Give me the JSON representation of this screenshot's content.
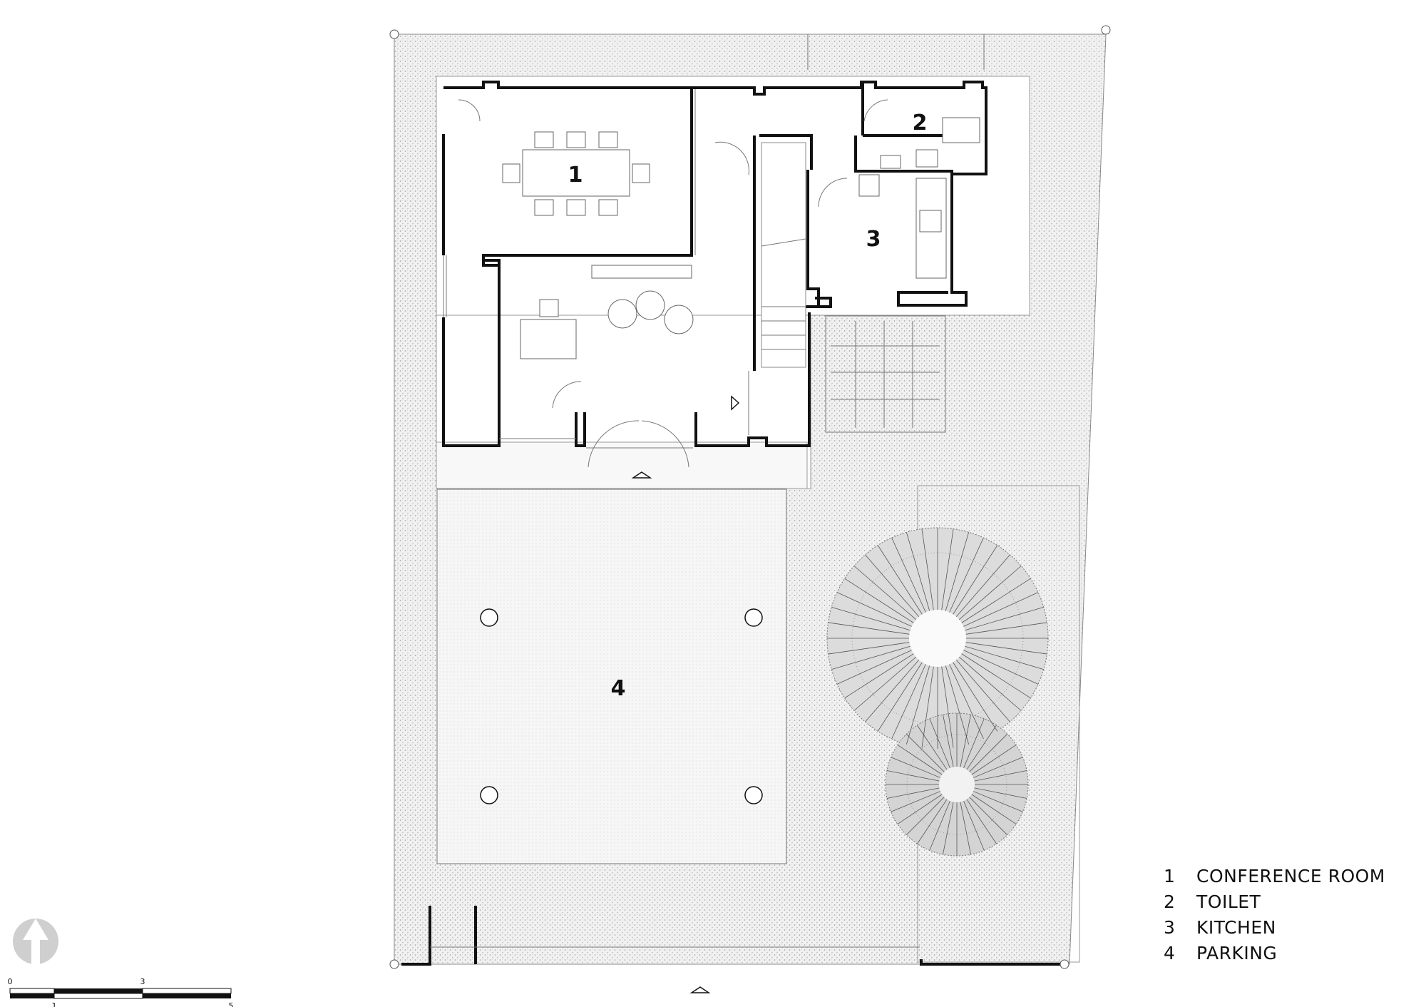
{
  "rooms": [
    {
      "number": "1",
      "name": "CONFERENCE ROOM"
    },
    {
      "number": "2",
      "name": "TOILET"
    },
    {
      "number": "3",
      "name": "KITCHEN"
    },
    {
      "number": "4",
      "name": "PARKING"
    }
  ],
  "scale_bar": {
    "ticks_top": [
      "0",
      "3"
    ],
    "ticks_bottom": [
      "1",
      "5"
    ]
  },
  "north_arrow": "north-arrow-icon"
}
